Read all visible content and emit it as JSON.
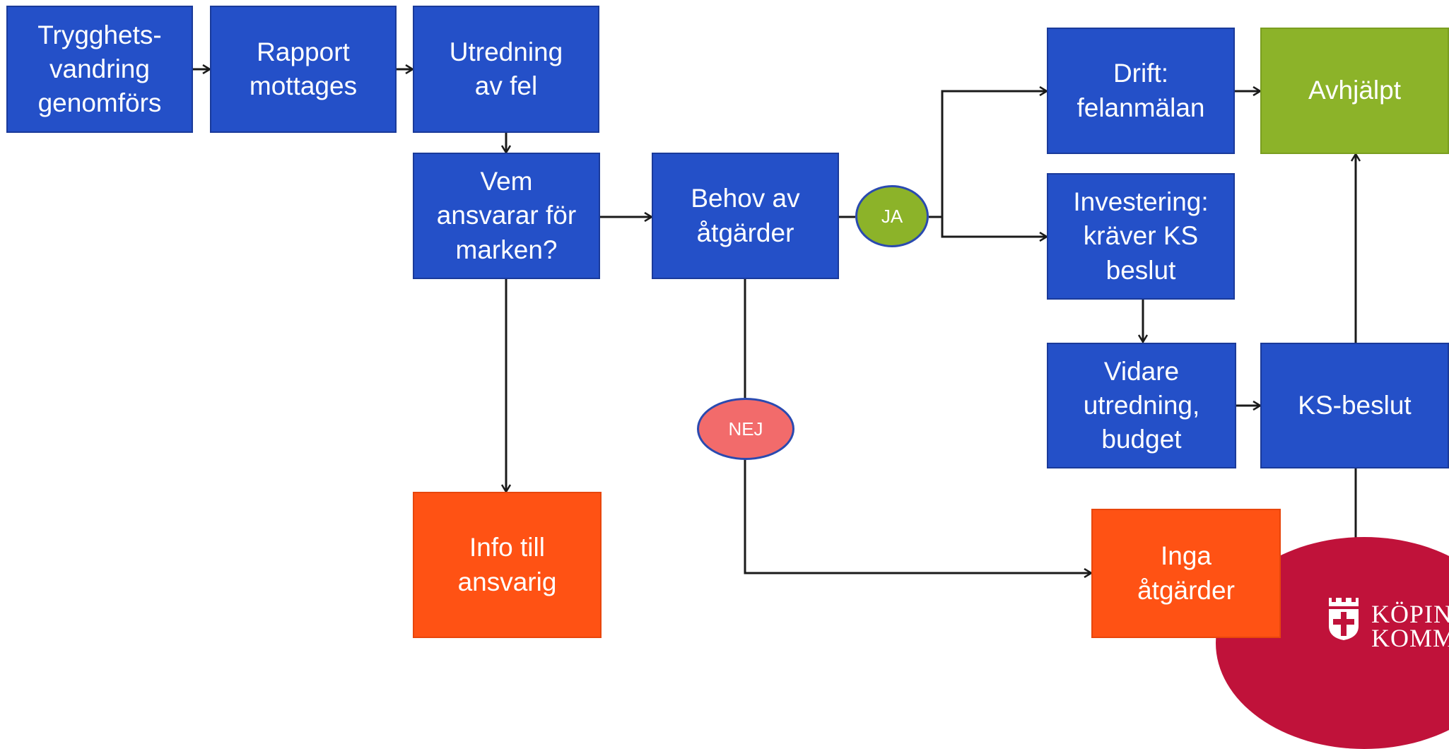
{
  "nodes": {
    "trygghetsvandring": "Trygghets-\nvandring\ngenomförs",
    "rapport": "Rapport\nmottages",
    "utredning": "Utredning\nav fel",
    "vem": "Vem\nansvarar för\nmarken?",
    "behov": "Behov av\nåtgärder",
    "drift": "Drift:\nfelanmälan",
    "avhjalpt": "Avhjälpt",
    "investering": "Investering:\nkräver KS\nbeslut",
    "vidare": "Vidare\nutredning,\nbudget",
    "ksbeslut": "KS-beslut",
    "info": "Info till\nansvarig",
    "inga": "Inga\nåtgärder"
  },
  "decisions": {
    "ja": "JA",
    "nej": "NEJ"
  },
  "logo": {
    "line1": "KÖPIN",
    "line2": "KOMM"
  },
  "colors": {
    "process": "#2450c8",
    "done": "#8cb329",
    "stop": "#ff5214",
    "yes": "#8cb329",
    "no": "#f26b6b",
    "brand": "#c0123a"
  }
}
